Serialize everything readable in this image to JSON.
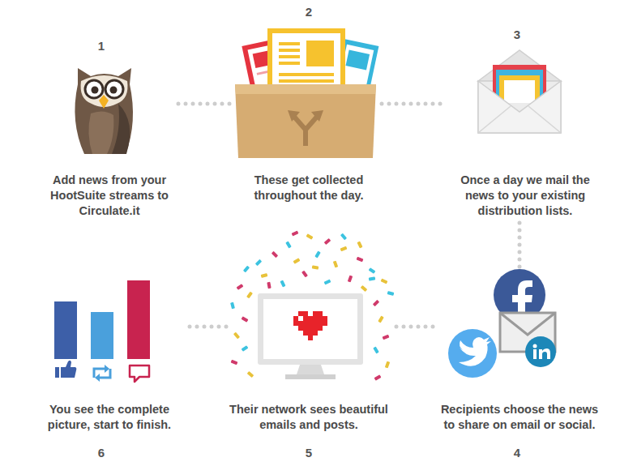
{
  "diagram": {
    "nodes": [
      {
        "text": [
          "1",
          "Add news from your HootSuite streams to Circulate.it"
        ]
      },
      {
        "text": [
          "2",
          "These get collected throughout the day."
        ]
      },
      {
        "text": [
          "3",
          "Once a day we mail the news to your existing distribution lists."
        ]
      },
      {
        "text": [
          "4",
          "Recipients choose the news to share on email or social."
        ]
      },
      {
        "text": [
          "5",
          "Their network sees beautiful emails and posts."
        ]
      },
      {
        "text": [
          "6",
          "You see the complete picture, start to finish."
        ]
      }
    ],
    "edges": [
      {
        "from": 0,
        "to": 1,
        "arrow": "none"
      },
      {
        "from": 1,
        "to": 2,
        "arrow": "none"
      },
      {
        "from": 2,
        "to": 3,
        "arrow": "none"
      },
      {
        "from": 3,
        "to": 4,
        "arrow": "none"
      },
      {
        "from": 4,
        "to": 5,
        "arrow": "none"
      }
    ]
  }
}
